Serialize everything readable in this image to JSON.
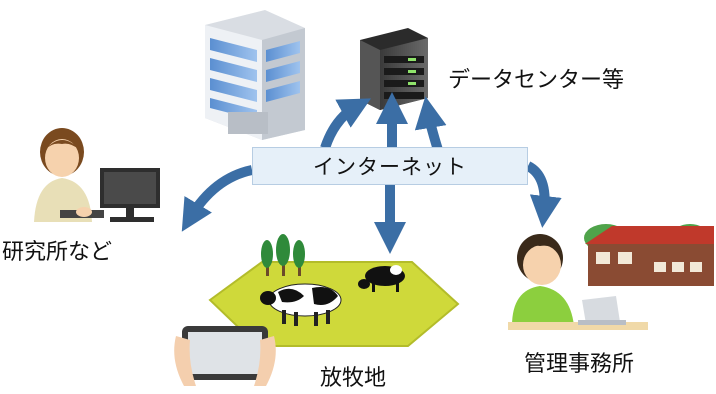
{
  "nodes": {
    "datacenter": {
      "label": "データセンター等",
      "icon": "server-icon"
    },
    "office_building": {
      "icon": "office-building-icon"
    },
    "internet": {
      "label": "インターネット"
    },
    "lab": {
      "label": "研究所など",
      "icon": "researcher-at-computer-icon"
    },
    "pasture": {
      "label": "放牧地",
      "icon": "grazing-cows-icon"
    },
    "tablet": {
      "icon": "tablet-hands-icon"
    },
    "office": {
      "label": "管理事務所",
      "icon": "farmer-at-laptop-icon",
      "barn_icon": "barn-icon"
    }
  },
  "colors": {
    "arrow": "#3b6ea5",
    "internet_fill": "#e6f0f9",
    "pasture_fill": "#cfd93a",
    "barn_roof": "#c0392b",
    "barn_wall": "#8a4b33"
  }
}
